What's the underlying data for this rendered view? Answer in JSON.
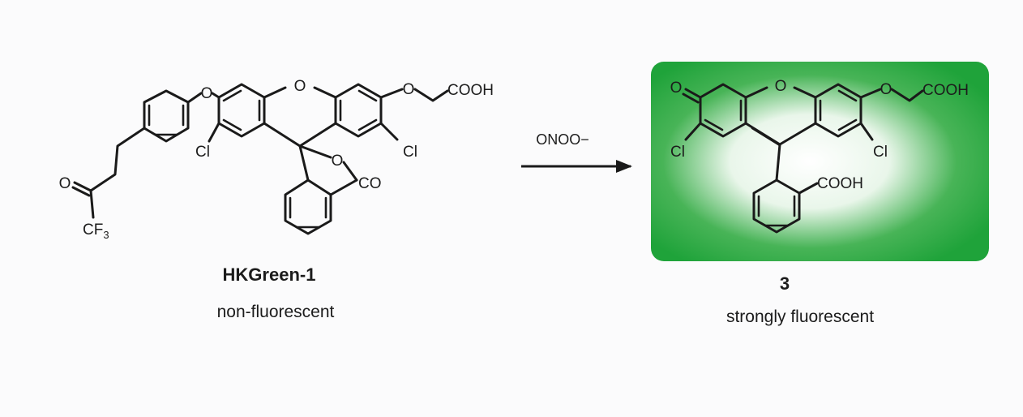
{
  "reagent": "ONOO−",
  "left_compound": {
    "name": "HKGreen-1",
    "description": "non-fluorescent",
    "atom_labels": {
      "o_ether": "O",
      "o_ring": "O",
      "o_side": "O",
      "cooh": "COOH",
      "cl_left": "Cl",
      "cl_right": "Cl",
      "o_lactone": "O",
      "co_lactone": "CO",
      "o_ketone": "O",
      "cf3_base": "CF",
      "cf3_sub": "3"
    }
  },
  "right_compound": {
    "name": "3",
    "description": "strongly fluorescent",
    "highlight_color": "#1fa33a",
    "atom_labels": {
      "o_keto": "O",
      "o_ring": "O",
      "o_side": "O",
      "cooh_top": "COOH",
      "cl_left": "Cl",
      "cl_right": "Cl",
      "cooh_bottom": "COOH"
    }
  }
}
